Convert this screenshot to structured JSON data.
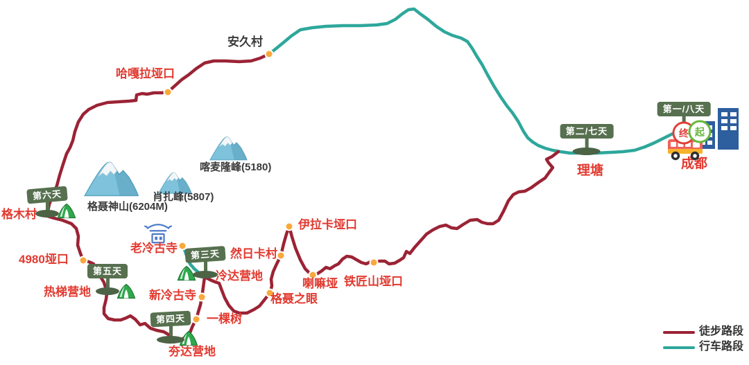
{
  "colors": {
    "hike": "#9B2335",
    "drive": "#2EA79B",
    "dot": "#F9A93C",
    "sign": "#57704F",
    "sign_base": "#4C6346",
    "label_red": "#E23A30",
    "label_dark": "#3A3A3A",
    "badge_end": "#E04038",
    "badge_start": "#67B83C",
    "bus_body": "#F0615C",
    "bus_stripe": "#F7B32B",
    "building": "#2D5E9E",
    "tent": "#2FA84C",
    "mountain": "#7EC3DB",
    "temple": "#4D7BC8"
  },
  "legend": {
    "hike": "徒步路段",
    "drive": "行车路段"
  },
  "signs": {
    "day1_8": "第一/八天",
    "day2_7": "第二/七天",
    "day3": "第三天",
    "day4": "第四天",
    "day5": "第五天",
    "day6": "第六天"
  },
  "badges": {
    "end": "终",
    "start": "起"
  },
  "cities": {
    "chengdu": "成都",
    "litang": "理塘"
  },
  "places": {
    "anjiu_village": "安久村",
    "hagala_pass": "哈嘎拉垭口",
    "gemu_village": "格木村",
    "pass_4980": "4980垭口",
    "reti_camp": "热梯营地",
    "old_lenggu_temple": "老冷古寺",
    "new_lenggu_temple": "新冷古寺",
    "lengda_camp": "冷达营地",
    "ranrika_village": "然日卡村",
    "yilaka_pass": "伊拉卡垭口",
    "lama_pass": "喇嘛垭",
    "tiejiangshan_pass": "铁匠山垭口",
    "genie_eye": "格聂之眼",
    "one_tree": "一棵树",
    "hangda_camp": "夯达营地"
  },
  "mountains": {
    "genie": "格聂神山(6204M)",
    "xiaozha": "肖扎峰(5807)",
    "kamailong": "喀麦隆峰(5180)"
  }
}
